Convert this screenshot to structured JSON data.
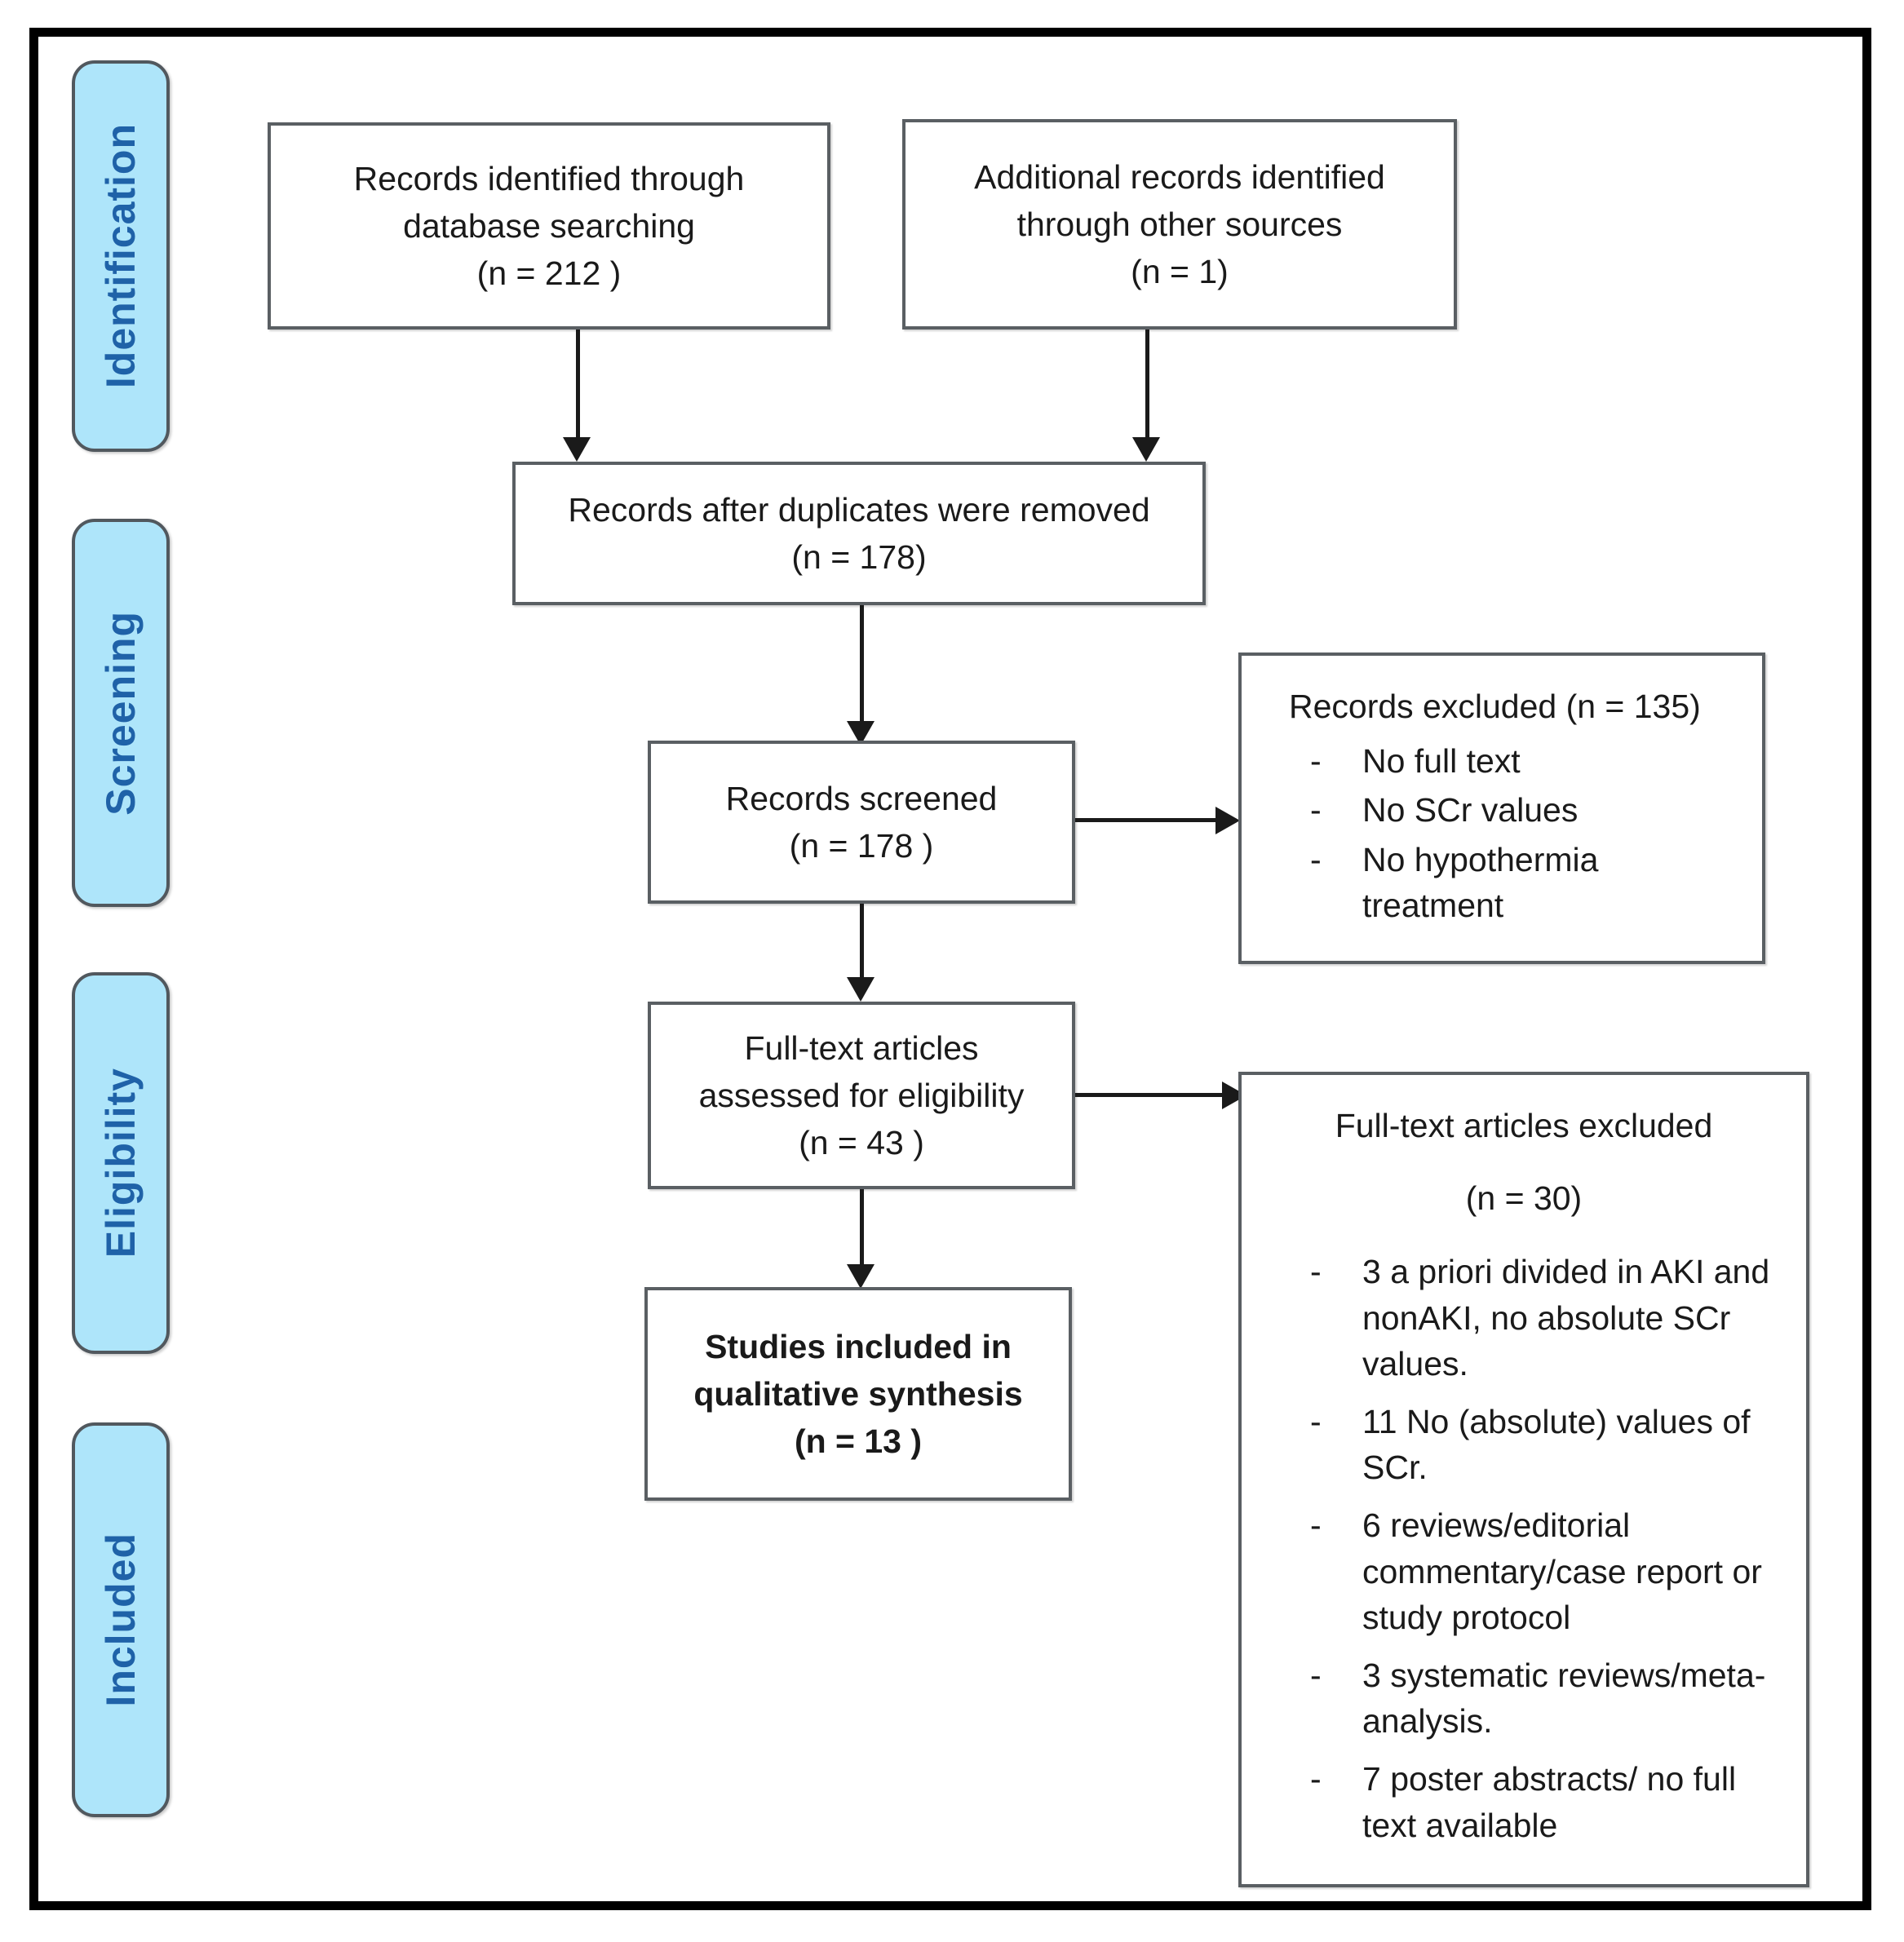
{
  "diagram": {
    "title": "PRISMA study selection flow diagram",
    "accent_box_fill": "#AEE5FA",
    "accent_text_color": "#1F62A8",
    "box_border_color": "#5A5F63",
    "frame_color": "#000000"
  },
  "stages": [
    {
      "label": "Identification"
    },
    {
      "label": "Screening"
    },
    {
      "label": "Eligibility"
    },
    {
      "label": "Included"
    }
  ],
  "nodes": {
    "database_records": {
      "lines": [
        "Records identified through",
        "database searching",
        "(n =  212 )"
      ]
    },
    "other_records": {
      "lines": [
        "Additional records identified",
        "through other sources",
        "(n = 1)"
      ]
    },
    "after_duplicates": {
      "lines": [
        "Records after duplicates were removed",
        "(n = 178)"
      ]
    },
    "records_screened": {
      "lines": [
        "Records screened",
        "(n =  178 )"
      ]
    },
    "fulltext_assessed": {
      "lines": [
        "Full-text articles",
        "assessed for eligibility",
        "(n =  43 )"
      ]
    },
    "studies_included": {
      "lines": [
        "Studies included in",
        "qualitative synthesis",
        "(n =  13 )"
      ]
    }
  },
  "exclusions": {
    "records_excluded": {
      "heading": "Records excluded (n = 135)",
      "bullet_marker": "-",
      "items": [
        "No full text",
        "No SCr values",
        "No hypothermia treatment"
      ]
    },
    "fulltext_excluded": {
      "heading": "Full-text articles excluded",
      "subheading": "(n = 30)",
      "bullet_marker": "-",
      "items": [
        "3 a priori divided in AKI and nonAKI, no absolute SCr values.",
        "11 No (absolute) values of SCr.",
        "6 reviews/editorial commentary/case report or study protocol",
        "3 systematic reviews/meta-analysis.",
        "7 poster abstracts/ no full text available"
      ]
    }
  }
}
